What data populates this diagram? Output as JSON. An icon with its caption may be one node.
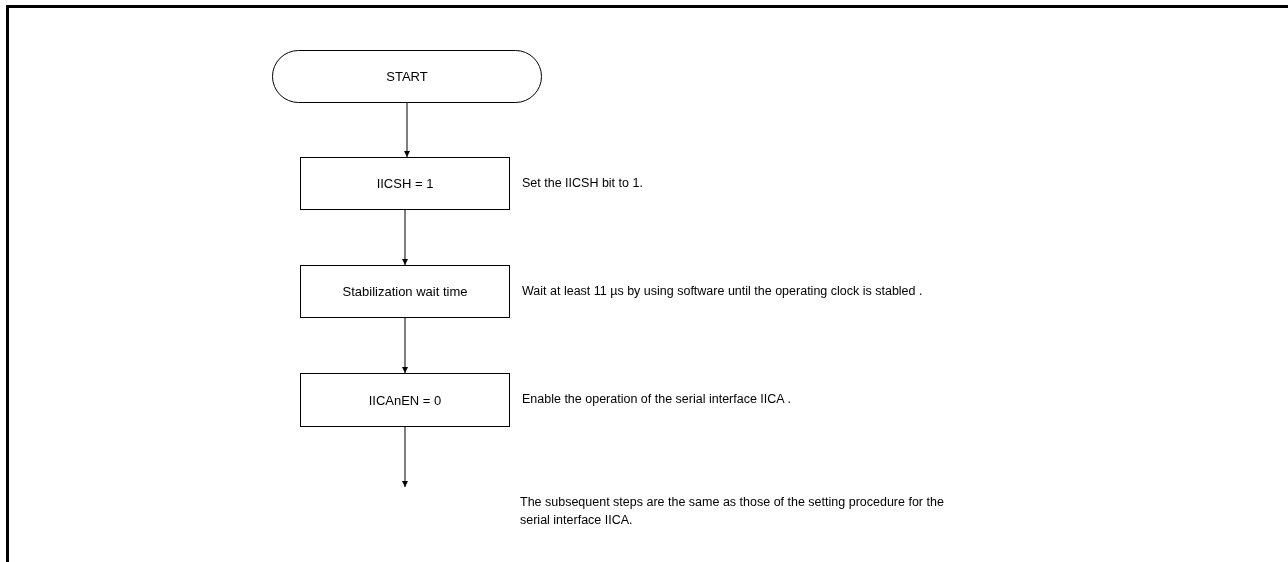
{
  "diagram": {
    "nodes": [
      {
        "text": [
          "START"
        ]
      },
      {
        "text": [
          "IICSH = 1"
        ],
        "beside": [
          "Set the IICSH bit to 1."
        ]
      },
      {
        "text": [
          "Stabilization wait time"
        ],
        "beside": [
          "Wait at least 11 µs by using software until the operating clock is stabled ."
        ]
      },
      {
        "text": [
          "IICAnEN = 0"
        ],
        "beside": [
          "Enable the operation of the serial interface IICA ."
        ]
      }
    ],
    "edges": [
      {
        "from": 0,
        "to": 1,
        "arrow": "to"
      },
      {
        "from": 1,
        "to": 2,
        "arrow": "to"
      },
      {
        "from": 2,
        "to": 3,
        "arrow": "to"
      },
      {
        "from": 3,
        "to": null,
        "arrow": "to"
      }
    ],
    "labels": [
      "The subsequent steps are the same as those of the setting procedure for the serial interface IICA."
    ]
  }
}
